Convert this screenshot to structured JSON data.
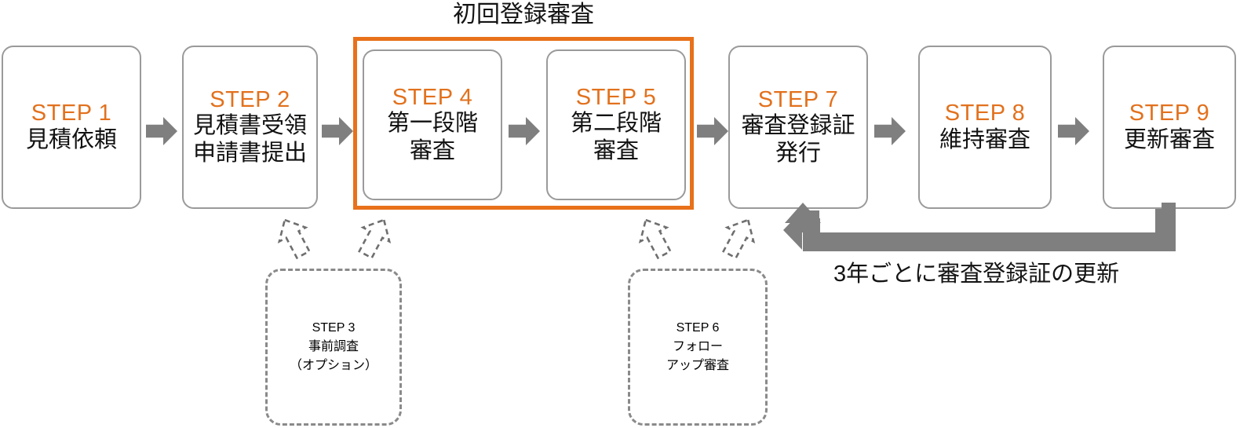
{
  "diagram": {
    "title_group": "初回登録審査",
    "loop_caption": "3年ごとに審査登録証の更新",
    "colors": {
      "step_label": "#E2711D",
      "group_border": "#E8711A",
      "box_border": "#9A9A9A",
      "dashed_border": "#8A8A8A",
      "arrow_grey": "#7F7F7F",
      "body_text": "#111111",
      "background": "#FFFFFF"
    },
    "steps": [
      {
        "id": "step1",
        "step": "STEP 1",
        "lines": [
          "見積依頼"
        ],
        "style": "solid"
      },
      {
        "id": "step2",
        "step": "STEP 2",
        "lines": [
          "見積書受領",
          "申請書提出"
        ],
        "style": "solid"
      },
      {
        "id": "step3",
        "step": "STEP 3",
        "lines": [
          "事前調査"
        ],
        "sub": "（オプション）",
        "style": "dashed"
      },
      {
        "id": "step4",
        "step": "STEP 4",
        "lines": [
          "第一段階",
          "審査"
        ],
        "style": "solid"
      },
      {
        "id": "step5",
        "step": "STEP 5",
        "lines": [
          "第二段階",
          "審査"
        ],
        "style": "solid"
      },
      {
        "id": "step6",
        "step": "STEP 6",
        "lines": [
          "フォロー",
          "アップ審査"
        ],
        "style": "dashed"
      },
      {
        "id": "step7",
        "step": "STEP 7",
        "lines": [
          "審査登録証",
          "発行"
        ],
        "style": "solid"
      },
      {
        "id": "step8",
        "step": "STEP 8",
        "lines": [
          "維持審査"
        ],
        "style": "solid"
      },
      {
        "id": "step9",
        "step": "STEP 9",
        "lines": [
          "更新審査"
        ],
        "style": "solid"
      }
    ],
    "connectors": [
      {
        "id": "arrow-1-2",
        "type": "chevron-right"
      },
      {
        "id": "arrow-2-4",
        "type": "chevron-right"
      },
      {
        "id": "arrow-4-5",
        "type": "chevron-right"
      },
      {
        "id": "arrow-5-7",
        "type": "chevron-right"
      },
      {
        "id": "arrow-7-8",
        "type": "chevron-right"
      },
      {
        "id": "arrow-8-9",
        "type": "chevron-right"
      },
      {
        "id": "arrow-step3-to-step2",
        "type": "dashed-outline-up-left"
      },
      {
        "id": "arrow-step3-to-step4",
        "type": "dashed-outline-up-right"
      },
      {
        "id": "arrow-step6-to-step5",
        "type": "dashed-outline-up-left"
      },
      {
        "id": "arrow-step6-to-step5b",
        "type": "dashed-outline-up-right"
      },
      {
        "id": "arrow-step9-to-step7",
        "type": "grey-feedback-loop"
      }
    ]
  }
}
